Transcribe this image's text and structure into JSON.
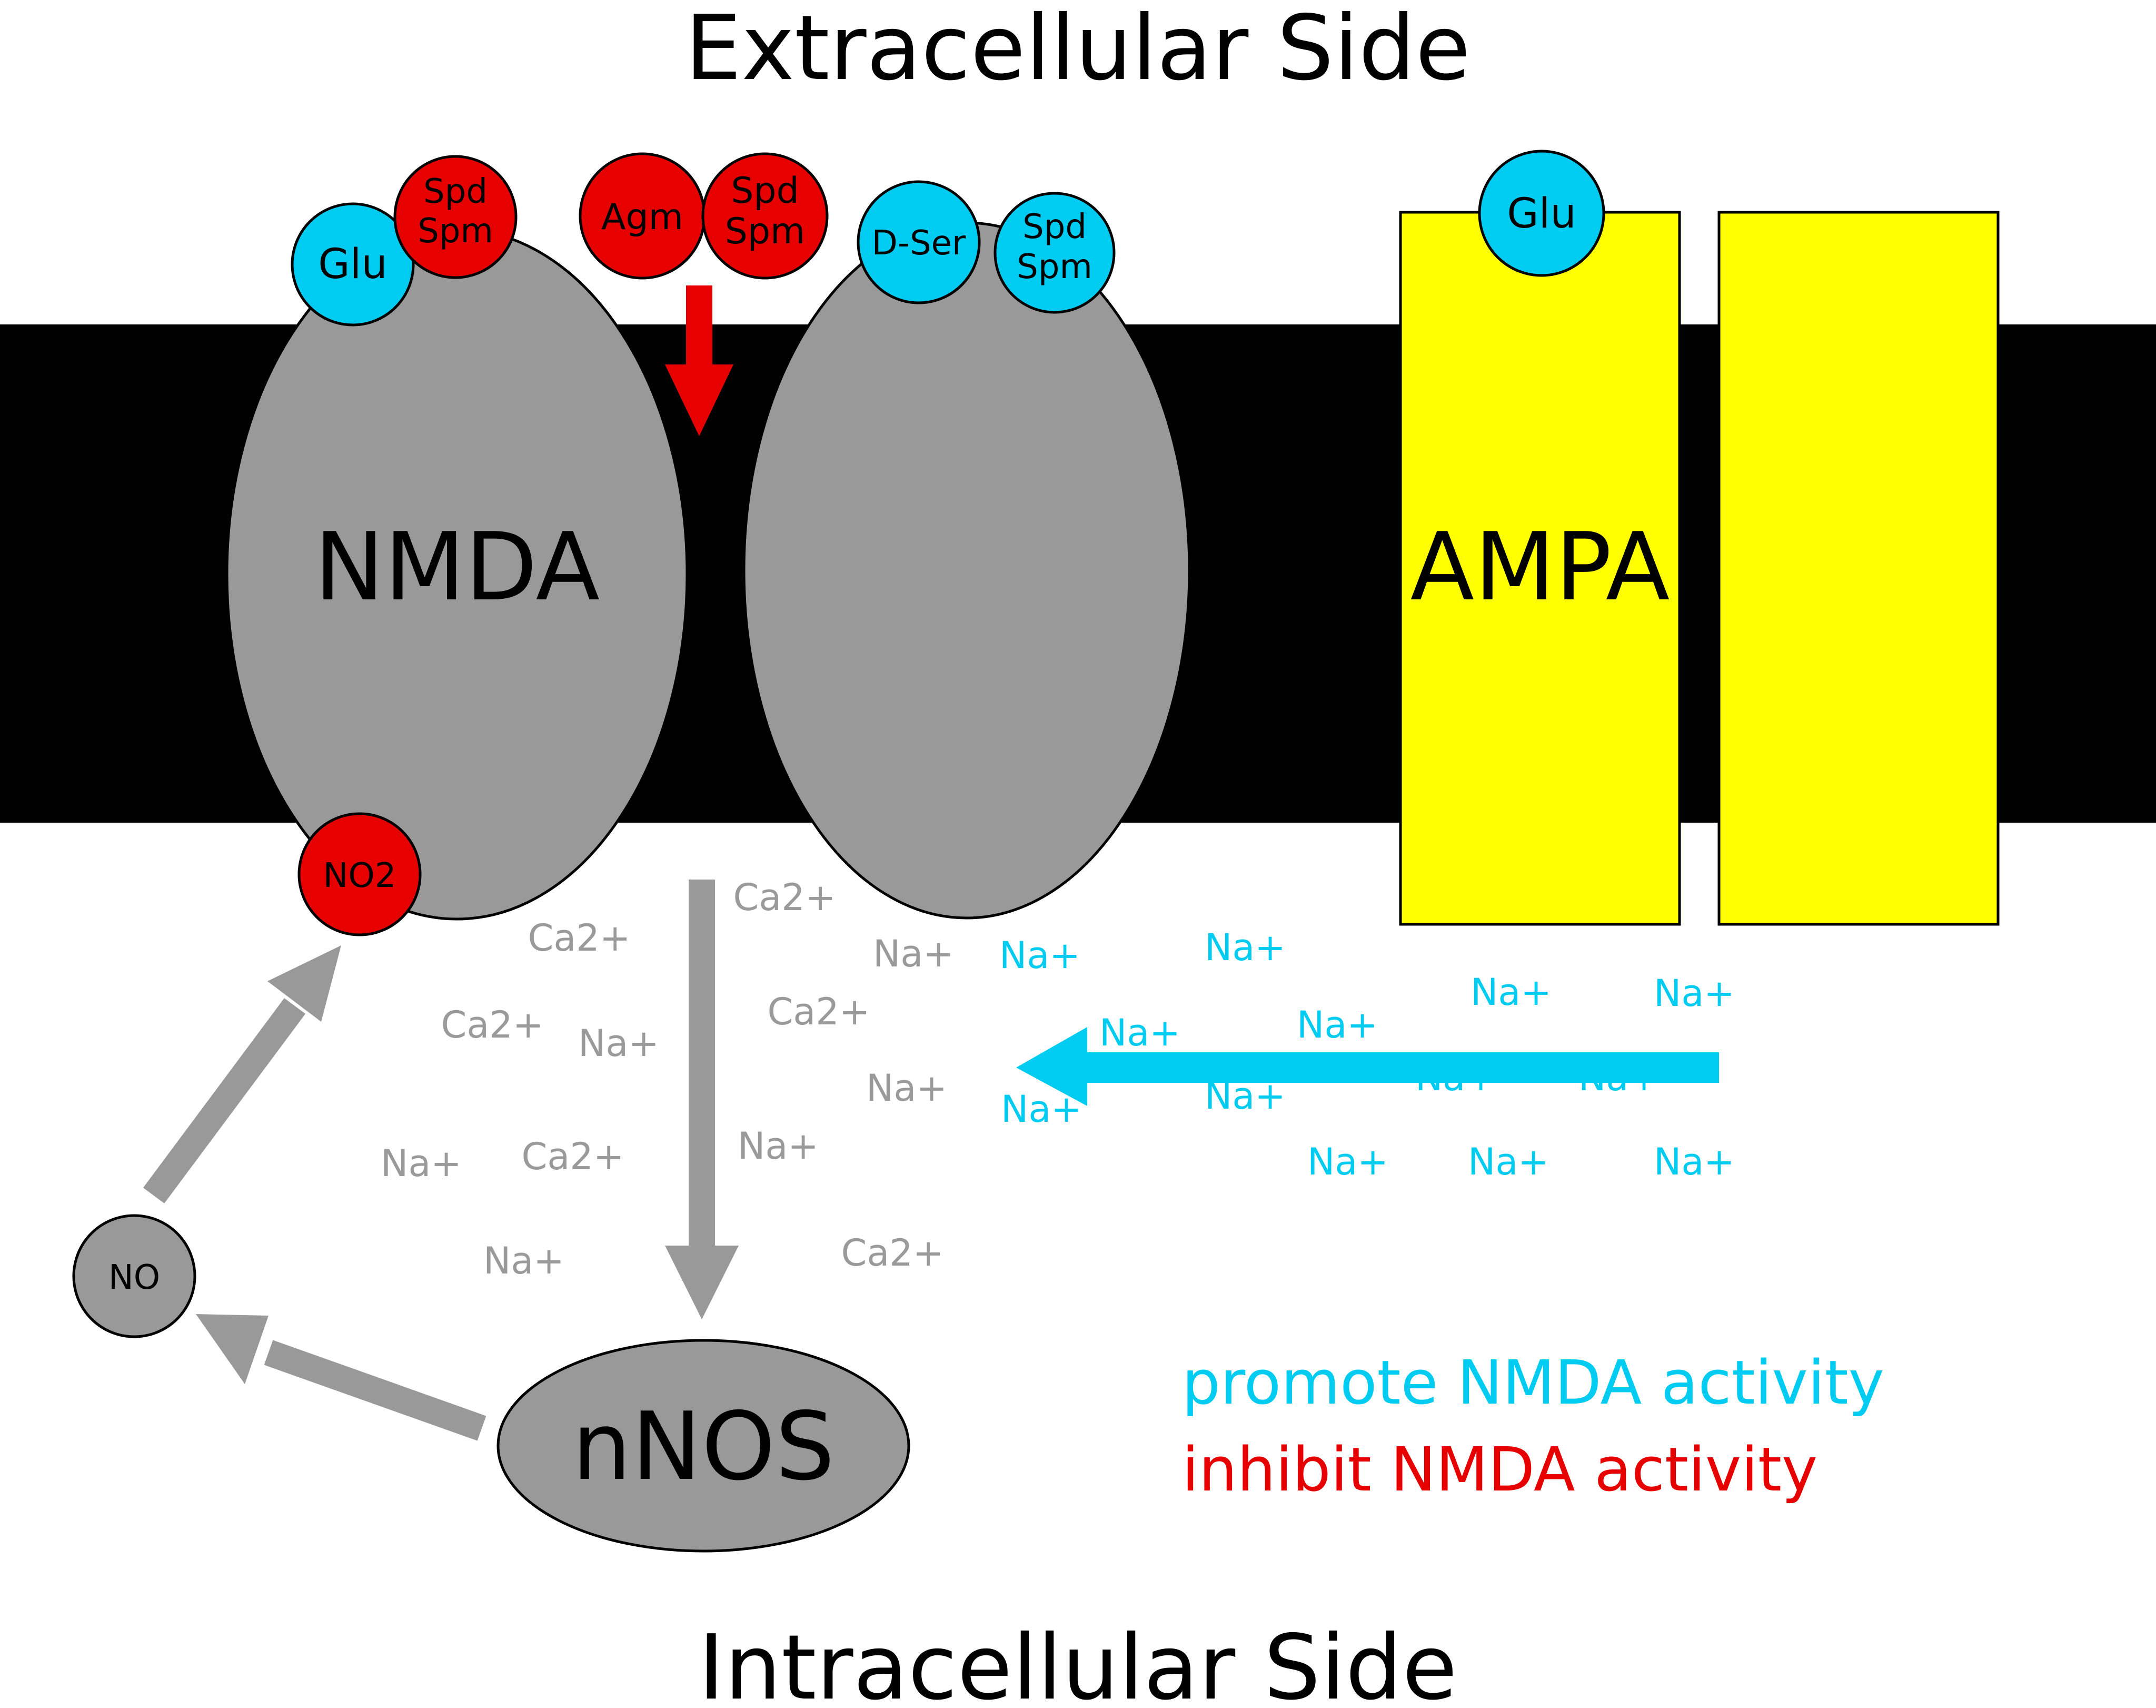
{
  "titles": {
    "top": "Extracellular Side",
    "bottom": "Intracellular Side"
  },
  "receptors": {
    "nmda": "NMDA",
    "ampa": "AMPA"
  },
  "ligands": {
    "glu_nmda": "Glu",
    "spd_spm_left": [
      "Spd",
      "Spm"
    ],
    "agm": "Agm",
    "spd_spm_pore": [
      "Spd",
      "Spm"
    ],
    "d_ser": "D-Ser",
    "spd_spm_right": [
      "Spd",
      "Spm"
    ],
    "glu_ampa": "Glu",
    "no2": "NO2",
    "no": "NO",
    "nnos": "nNOS"
  },
  "ions": {
    "ca": "Ca2+",
    "na": "Na+"
  },
  "legend": {
    "promote": "promote NMDA activity",
    "inhibit": "inhibit NMDA activity"
  },
  "colors": {
    "membrane": "#000000",
    "nmda_subunit": "#999999",
    "ampa": "#ffff00",
    "promote": "#00ccf2",
    "inhibit": "#e60000",
    "gray_arrow": "#999999",
    "gray_ion": "#9a9a9a"
  }
}
